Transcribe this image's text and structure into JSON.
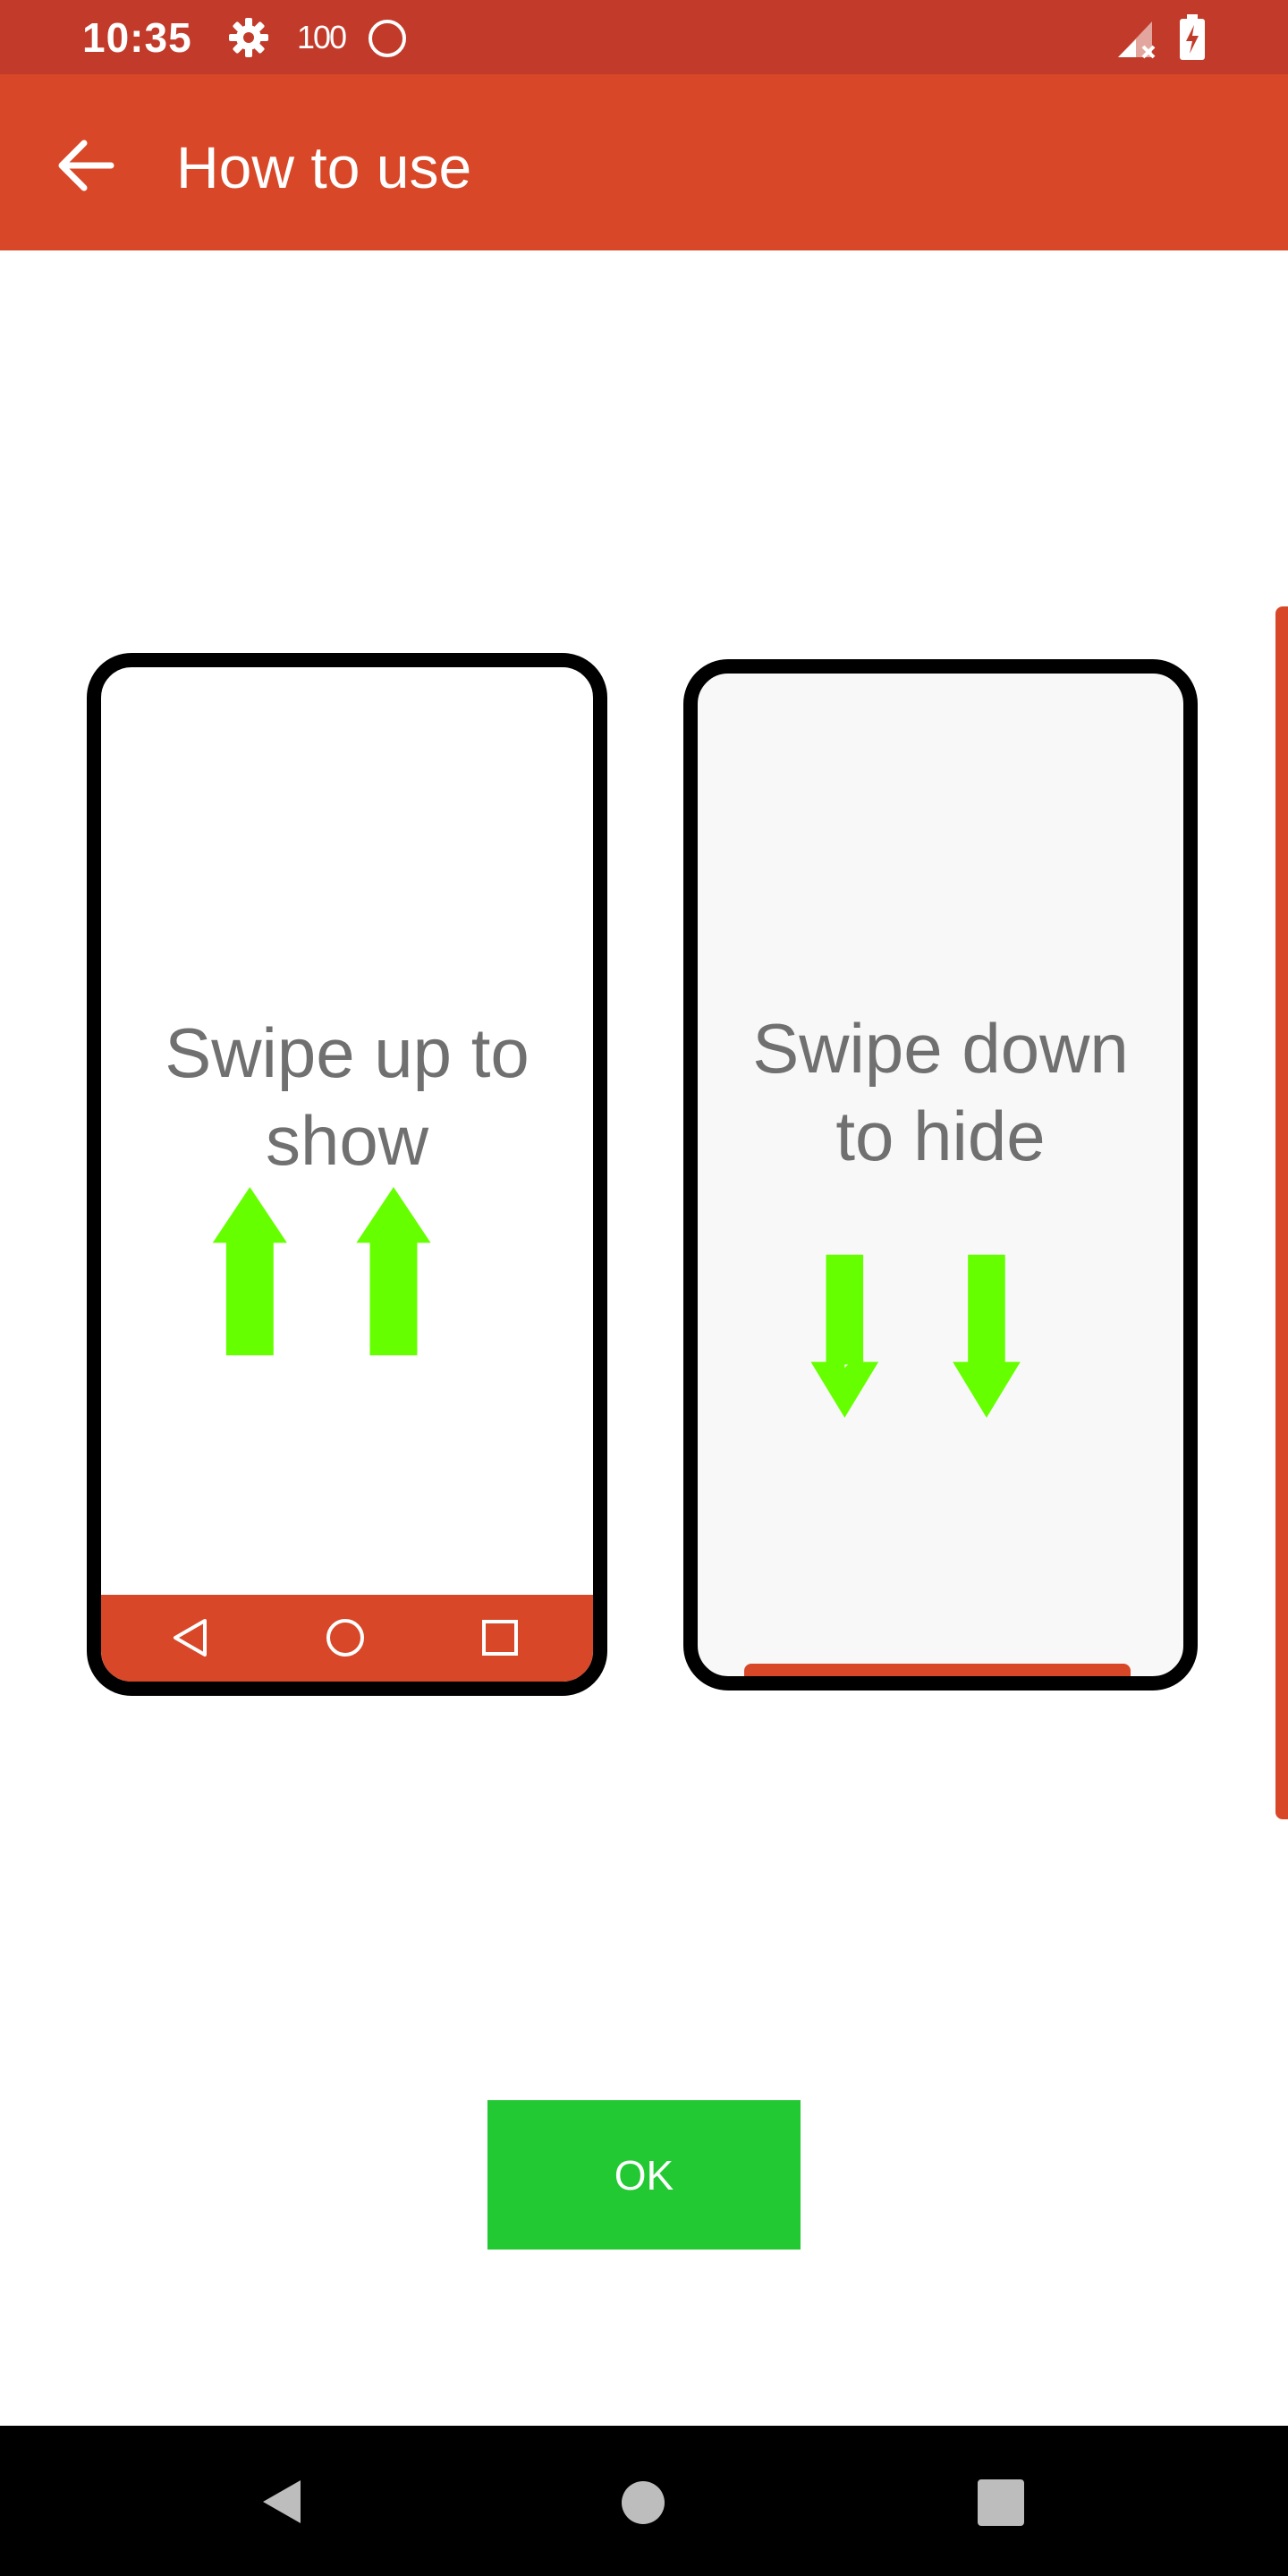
{
  "status_bar": {
    "time": "10:35",
    "battery_text": "100",
    "icons": [
      "gear-icon",
      "circle-icon",
      "signal-icon",
      "battery-icon"
    ]
  },
  "app_bar": {
    "title": "How to use",
    "back_icon": "arrow-left-icon"
  },
  "panels": [
    {
      "caption": "Swipe up to\nshow",
      "arrow_direction": "up",
      "nav_icons": [
        "back-triangle-icon",
        "home-circle-icon",
        "recents-square-icon"
      ]
    },
    {
      "caption": "Swipe down\nto hide",
      "arrow_direction": "down"
    }
  ],
  "ok_button": {
    "label": "OK"
  },
  "system_nav": {
    "icons": [
      "back-triangle-icon",
      "home-circle-icon",
      "recents-square-icon"
    ]
  },
  "colors": {
    "status_bar": "#c23a2a",
    "app_bar": "#d84727",
    "accent": "#d84727",
    "arrow": "#66ff00",
    "ok_button": "#22c933",
    "caption_text": "#707070"
  }
}
